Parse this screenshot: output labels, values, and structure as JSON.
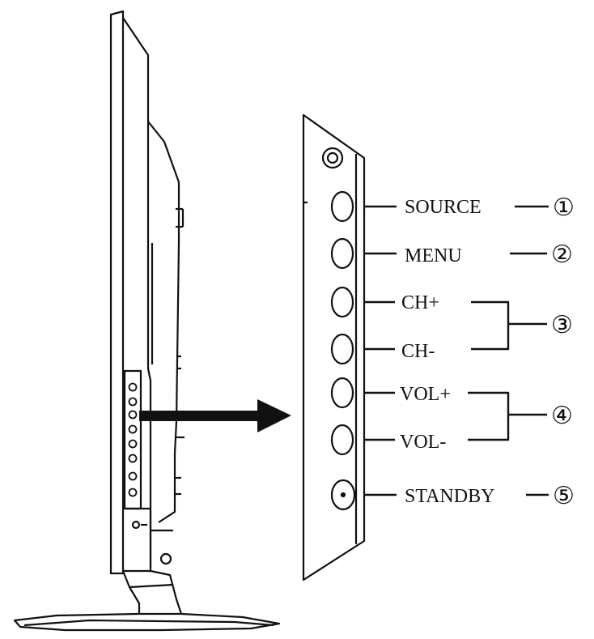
{
  "diagram": {
    "controls": [
      {
        "id": "source",
        "label": "SOURCE",
        "number": "①"
      },
      {
        "id": "menu",
        "label": "MENU",
        "number": "②"
      },
      {
        "id": "ch-plus",
        "label": "CH+",
        "number": "③"
      },
      {
        "id": "ch-minus",
        "label": "CH-",
        "number": "③"
      },
      {
        "id": "vol-plus",
        "label": "VOL+",
        "number": "④"
      },
      {
        "id": "vol-minus",
        "label": "VOL-",
        "number": "④"
      },
      {
        "id": "standby",
        "label": "STANDBY",
        "number": "⑤"
      }
    ],
    "callouts": [
      "①",
      "②",
      "③",
      "④",
      "⑤"
    ],
    "colors": {
      "line": "#111111",
      "background": "#ffffff"
    }
  }
}
